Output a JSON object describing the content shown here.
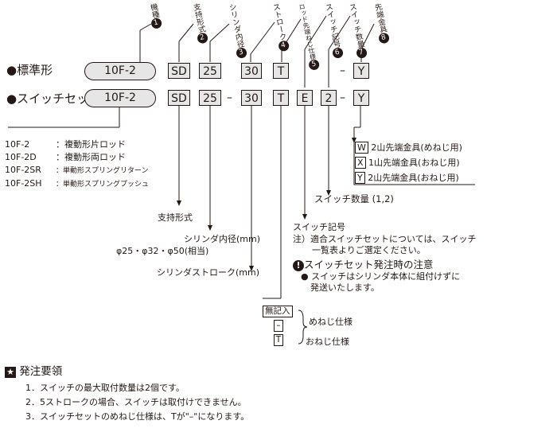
{
  "positions": [
    {
      "num": "1",
      "label": "機種"
    },
    {
      "num": "2",
      "label": "支持形式"
    },
    {
      "num": "3",
      "label": "シリンダ内径"
    },
    {
      "num": "4",
      "label": "ストローク"
    },
    {
      "num": "5",
      "label": "ロッド先端ねじ仕様"
    },
    {
      "num": "6",
      "label": "スイッチ記号"
    },
    {
      "num": "7",
      "label": "スイッチ数量"
    },
    {
      "num": "8",
      "label": "先端金具"
    }
  ],
  "row_standard": {
    "label": "●標準形",
    "model": "10F-2",
    "support": "SD",
    "bore": "25",
    "stroke": "30",
    "rod": "T",
    "dash": "–",
    "end": "Y"
  },
  "row_switch": {
    "label": "●スイッチセット",
    "model": "10F-2",
    "support": "SD",
    "bore": "25",
    "dash1": "–",
    "stroke": "30",
    "rod": "T",
    "switch": "E",
    "qty": "2",
    "dash2": "–",
    "end": "Y"
  },
  "models": [
    {
      "code": "10F-2",
      "desc": "：複動形片ロッド"
    },
    {
      "code": "10F-2D",
      "desc": "：複動形両ロッド"
    },
    {
      "code": "10F-2SR",
      "desc": "：単動形スプリングリターン"
    },
    {
      "code": "10F-2SH",
      "desc": "：単動形スプリングプッシュ"
    }
  ],
  "end_fittings": [
    {
      "code": "W",
      "desc": "2山先端金具(めねじ用)"
    },
    {
      "code": "X",
      "desc": "1山先端金具(おねじ用)"
    },
    {
      "code": "Y",
      "desc": "2山先端金具(おねじ用)"
    }
  ],
  "switch_qty": "スイッチ数量 (1,2)",
  "switch_symbol": "スイッチ記号",
  "switch_note_line1": "注）適合スイッチセットについては、スイッチ",
  "switch_note_line2": "一覧表よりご選定ください。",
  "caution_title": "スイッチセット発注時の注意",
  "caution_line1": "● スイッチはシリンダ本体に組付けずに",
  "caution_line2": "発送いたします。",
  "support_label": "支持形式",
  "bore_label": "シリンダ内径(mm)",
  "bore_values": "φ25・φ32・φ50(相当)",
  "stroke_label": "シリンダストローク(mm)",
  "thread": {
    "none_code": "無記入",
    "dash_code": "–",
    "female": "めねじ仕様",
    "t_code": "T",
    "male": "おねじ仕様"
  },
  "order_title": "発注要領",
  "order_notes": [
    "1．スイッチの最大取付数量は2個です。",
    "2．5ストロークの場合、スイッチは取付けできません。",
    "3．スイッチセットのめねじ仕様は、Tが\"–\"になります。"
  ],
  "colors": {
    "ink": "#231815",
    "box_fill": "#e6e6e6"
  }
}
